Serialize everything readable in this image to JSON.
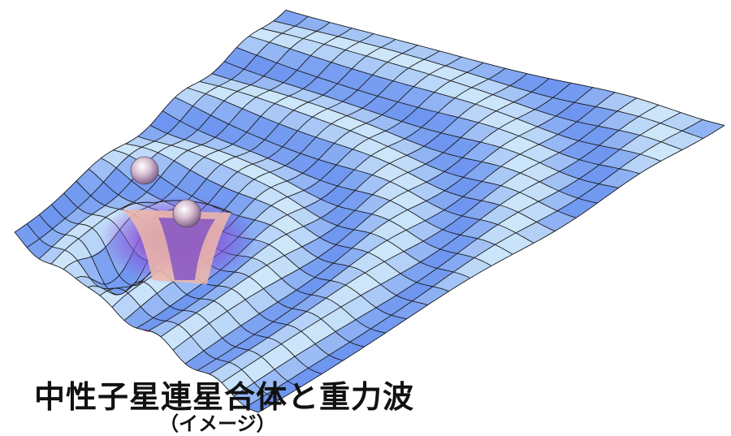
{
  "caption": {
    "title": "中性子星連星合体と重力波",
    "subtitle": "（イメージ）"
  },
  "objects": [
    {
      "name": "neutron-star",
      "count": 2
    }
  ],
  "colors": {
    "surface_light": "#cfe6fb",
    "surface_mid": "#9cc4f3",
    "surface_deep": "#6f8ef0",
    "well_violet": "#8a55d8",
    "throat_pink": "#f0a6b8",
    "grid_line": "#1a1a1a"
  }
}
